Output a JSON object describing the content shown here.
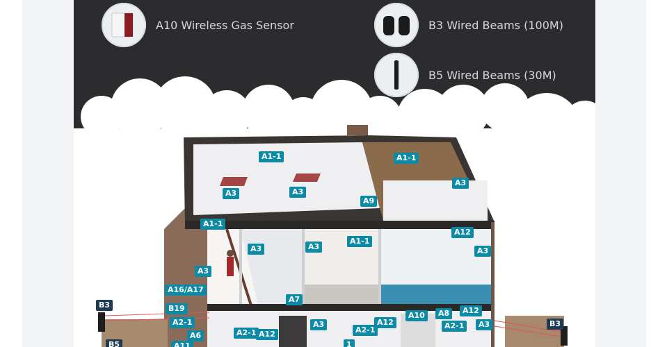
{
  "products": [
    {
      "label": "A10 Wireless Gas Sensor",
      "icon": "gas-sensor-icon"
    },
    {
      "label": "B3 Wired Beams (100M)",
      "icon": "beam-sensor-icon"
    },
    {
      "label": "B5 Wired Beams (30M)",
      "icon": "beam-bar-icon"
    }
  ],
  "tags": {
    "t1": "A1-1",
    "t2": "A1-1",
    "t3": "A3",
    "t4": "A3",
    "t5": "A9",
    "t6": "A3",
    "t7": "A1-1",
    "t8": "A12",
    "t9": "A3",
    "t10": "A3",
    "t11": "A1-1",
    "t12": "A3",
    "t13": "A3",
    "t14": "A16/A17",
    "t15": "A7",
    "t16": "B3",
    "t17": "B19",
    "t18": "A2-1",
    "t19": "A6",
    "t20": "A11",
    "t21": "B5",
    "t22": "A2-1",
    "t23": "A12",
    "t24": "A3",
    "t25": "A2-1",
    "t26": "A12",
    "t27": "A10",
    "t28": "A8",
    "t29": "A12",
    "t30": "A2-1",
    "t31": "A3",
    "t32": "B3",
    "t33": "1"
  },
  "colors": {
    "panel": "#2c2b2d",
    "tag": "#0d8aa6",
    "outer": "#f2f3f5"
  }
}
